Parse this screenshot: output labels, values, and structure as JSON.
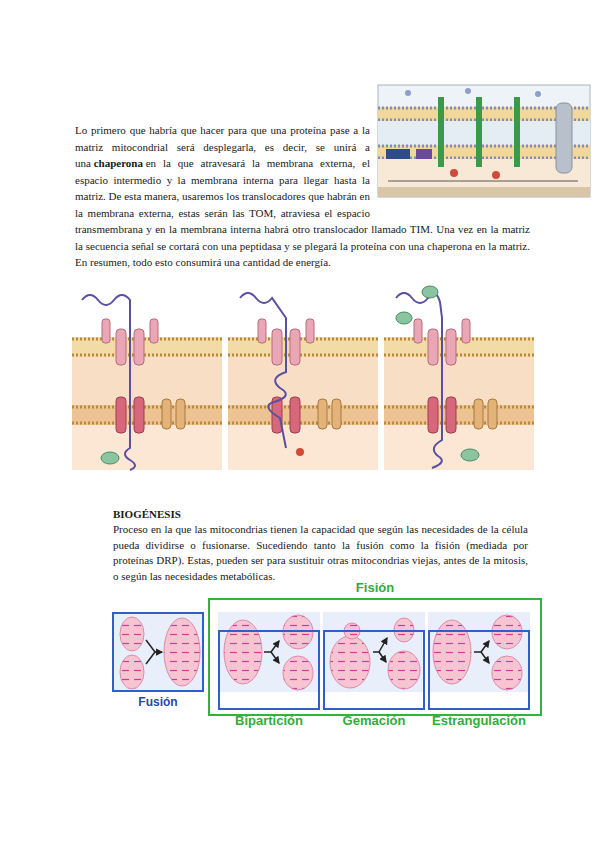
{
  "diagram": {
    "nodes": [
      {
        "text": [
          "Fusión"
        ]
      },
      {
        "text": [
          "Fisión"
        ]
      },
      {
        "text": [
          "Bipartición"
        ],
        "in": 1
      },
      {
        "text": [
          "Gemación"
        ],
        "in": 1
      },
      {
        "text": [
          "Estrangulación"
        ],
        "in": 1
      }
    ],
    "labels": [
      "Lo primero que habría que hacer para que una proteína pase a la matriz mitocondrial será desplegarla, es decir, se unirá a una",
      "chaperona",
      "en la que atravesará la membrana externa, el espacio intermedio y la membrana interna para llegar hasta la matriz. De esta manera, usaremos los translocadores que habrán en la membrana externa, estas serán las TOM, atraviesa el espacio transmembrana y en la membrana interna habrá otro translocador llamado TIM. Una vez en la matriz la secuencia señal se cortará con una peptidasa y se plegará la proteína con una chaperona en la matriz. En resumen, todo esto consumirá una cantidad de energía.",
      "BIOGÉNESIS",
      "Proceso en la que las mitocondrias tienen la capacidad que según las necesidades de la célula pueda dividirse o fusionarse. Sucediendo tanto la fusión como la fisión (mediada por proteínas DRP). Estas, pueden ser para sustituir otras mitocondrias viejas, antes de la mitosis, o según las necesidades metabólicas."
    ]
  }
}
